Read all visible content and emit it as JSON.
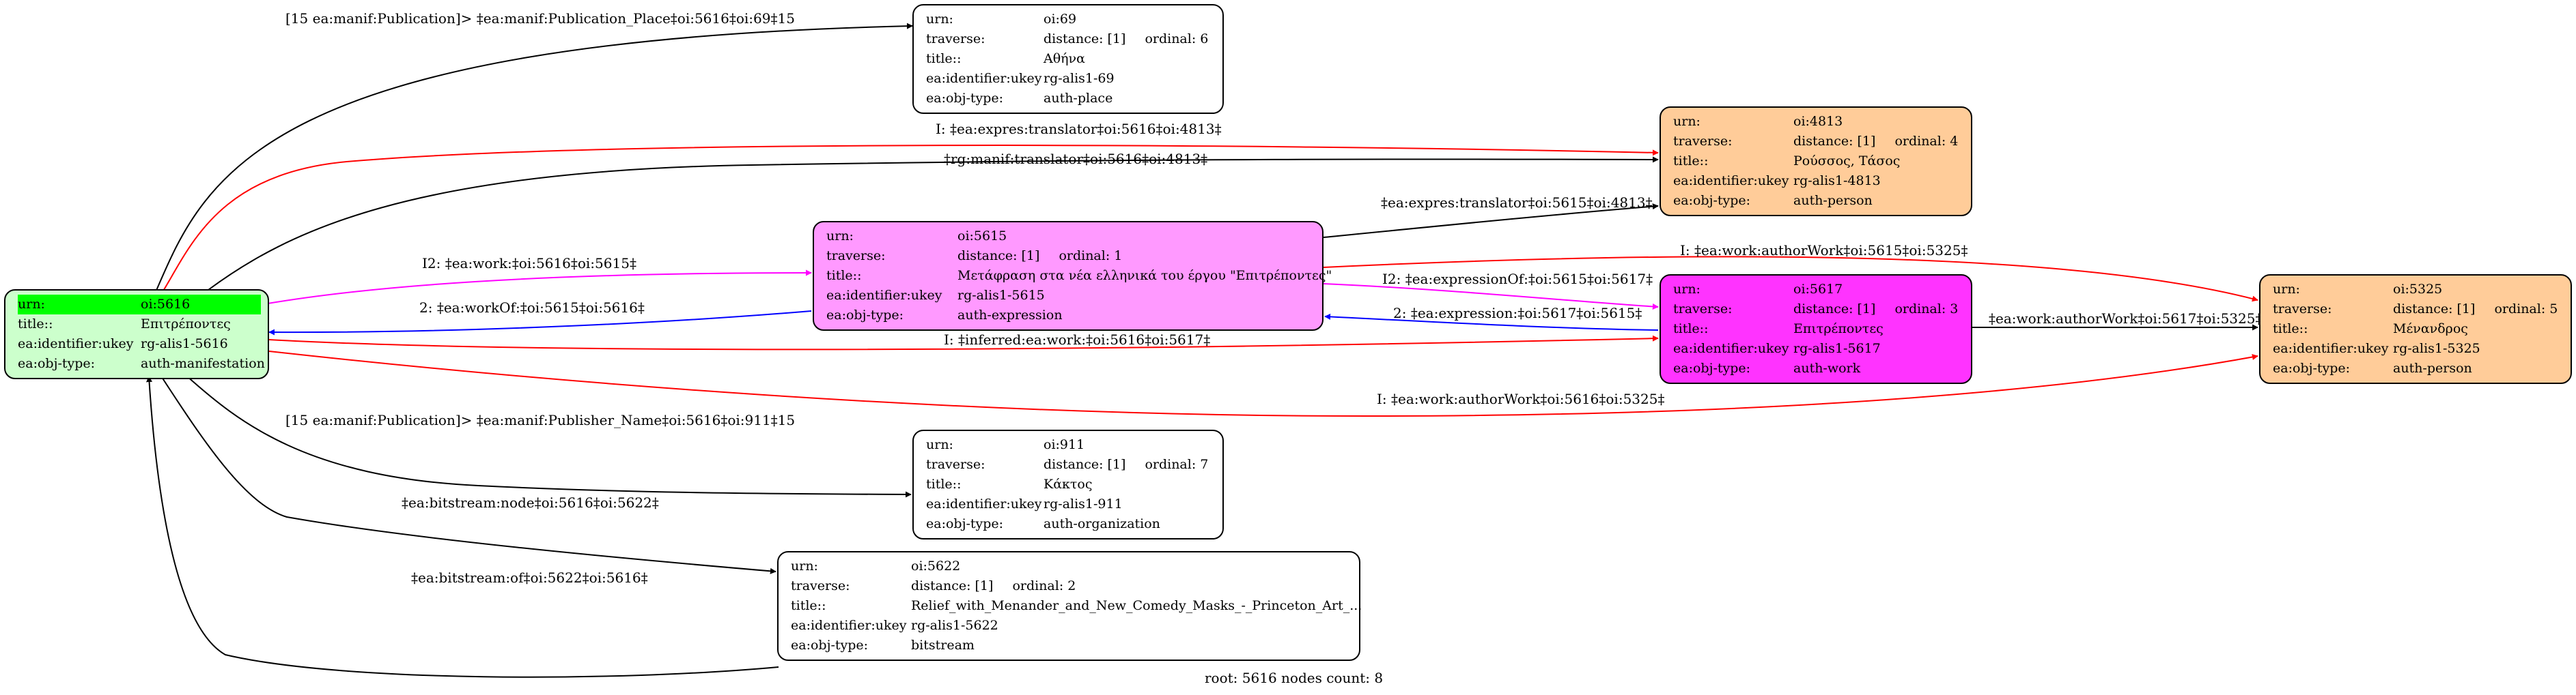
{
  "nodes": {
    "n5616": {
      "fill": "#ccffcc",
      "highlight": "#00ff00",
      "rows": [
        {
          "k": "urn:",
          "v": "oi:5616"
        },
        {
          "k": "title::",
          "v": "Επιτρέποντες"
        },
        {
          "k": "ea:identifier:ukey",
          "v": "rg-alis1-5616"
        },
        {
          "k": "ea:obj-type:",
          "v": "auth-manifestation"
        }
      ]
    },
    "n69": {
      "fill": "#ffffff",
      "rows": [
        {
          "k": "urn:",
          "v": "oi:69"
        },
        {
          "k": "traverse:",
          "v": "distance: [1]",
          "v2": "ordinal: 6"
        },
        {
          "k": "title::",
          "v": "Αθήνα"
        },
        {
          "k": "ea:identifier:ukey",
          "v": "rg-alis1-69"
        },
        {
          "k": "ea:obj-type:",
          "v": "auth-place"
        }
      ]
    },
    "n4813": {
      "fill": "#ffcc99",
      "rows": [
        {
          "k": "urn:",
          "v": "oi:4813"
        },
        {
          "k": "traverse:",
          "v": "distance: [1]",
          "v2": "ordinal: 4"
        },
        {
          "k": "title::",
          "v": "Ρούσσος, Τάσος"
        },
        {
          "k": "ea:identifier:ukey",
          "v": "rg-alis1-4813"
        },
        {
          "k": "ea:obj-type:",
          "v": "auth-person"
        }
      ]
    },
    "n5615": {
      "fill": "#ff99ff",
      "rows": [
        {
          "k": "urn:",
          "v": "oi:5615"
        },
        {
          "k": "traverse:",
          "v": "distance: [1]",
          "v2": "ordinal: 1"
        },
        {
          "k": "title::",
          "v": "Μετάφραση στα νέα ελληνικά του έργου \"Επιτρέποντες\""
        },
        {
          "k": "ea:identifier:ukey",
          "v": "rg-alis1-5615"
        },
        {
          "k": "ea:obj-type:",
          "v": "auth-expression"
        }
      ]
    },
    "n5617": {
      "fill": "#ff33ff",
      "rows": [
        {
          "k": "urn:",
          "v": "oi:5617"
        },
        {
          "k": "traverse:",
          "v": "distance: [1]",
          "v2": "ordinal: 3"
        },
        {
          "k": "title::",
          "v": "Επιτρέποντες"
        },
        {
          "k": "ea:identifier:ukey",
          "v": "rg-alis1-5617"
        },
        {
          "k": "ea:obj-type:",
          "v": "auth-work"
        }
      ]
    },
    "n5325": {
      "fill": "#ffcc99",
      "rows": [
        {
          "k": "urn:",
          "v": "oi:5325"
        },
        {
          "k": "traverse:",
          "v": "distance: [1]",
          "v2": "ordinal: 5"
        },
        {
          "k": "title::",
          "v": "Μένανδρος"
        },
        {
          "k": "ea:identifier:ukey",
          "v": "rg-alis1-5325"
        },
        {
          "k": "ea:obj-type:",
          "v": "auth-person"
        }
      ]
    },
    "n911": {
      "fill": "#ffffff",
      "rows": [
        {
          "k": "urn:",
          "v": "oi:911"
        },
        {
          "k": "traverse:",
          "v": "distance: [1]",
          "v2": "ordinal: 7"
        },
        {
          "k": "title::",
          "v": "Κάκτος"
        },
        {
          "k": "ea:identifier:ukey",
          "v": "rg-alis1-911"
        },
        {
          "k": "ea:obj-type:",
          "v": "auth-organization"
        }
      ]
    },
    "n5622": {
      "fill": "#ffffff",
      "rows": [
        {
          "k": "urn:",
          "v": "oi:5622"
        },
        {
          "k": "traverse:",
          "v": "distance: [1]",
          "v2": "ordinal: 2"
        },
        {
          "k": "title::",
          "v": "Relief_with_Menander_and_New_Comedy_Masks_-_Princeton_Art_..."
        },
        {
          "k": "ea:identifier:ukey",
          "v": "rg-alis1-5622"
        },
        {
          "k": "ea:obj-type:",
          "v": "bitstream"
        }
      ]
    }
  },
  "edges": [
    {
      "id": "e1",
      "color": "#000000",
      "label": "[15 ea:manif:Publication]> ‡ea:manif:Publication_Place‡oi:5616‡oi:69‡15"
    },
    {
      "id": "e2",
      "color": "#ff0000",
      "label": "I: ‡ea:expres:translator‡oi:5616‡oi:4813‡"
    },
    {
      "id": "e3",
      "color": "#000000",
      "label": "‡rg:manif:translator‡oi:5616‡oi:4813‡"
    },
    {
      "id": "e4",
      "color": "#ff00ff",
      "label": "I2: ‡ea:work:‡oi:5616‡oi:5615‡"
    },
    {
      "id": "e5",
      "color": "#0000ff",
      "label": "2: ‡ea:workOf:‡oi:5615‡oi:5616‡"
    },
    {
      "id": "e6",
      "color": "#000000",
      "label": "‡ea:expres:translator‡oi:5615‡oi:4813‡"
    },
    {
      "id": "e7",
      "color": "#ff0000",
      "label": "I: ‡ea:work:authorWork‡oi:5615‡oi:5325‡"
    },
    {
      "id": "e8",
      "color": "#ff00ff",
      "label": "I2: ‡ea:expressionOf:‡oi:5615‡oi:5617‡"
    },
    {
      "id": "e9",
      "color": "#0000ff",
      "label": "2: ‡ea:expression:‡oi:5617‡oi:5615‡"
    },
    {
      "id": "e10",
      "color": "#ff0000",
      "label": "I: ‡inferred:ea:work:‡oi:5616‡oi:5617‡"
    },
    {
      "id": "e11",
      "color": "#000000",
      "label": "‡ea:work:authorWork‡oi:5617‡oi:5325‡"
    },
    {
      "id": "e12",
      "color": "#ff0000",
      "label": "I: ‡ea:work:authorWork‡oi:5616‡oi:5325‡"
    },
    {
      "id": "e13",
      "color": "#000000",
      "label": "[15 ea:manif:Publication]> ‡ea:manif:Publisher_Name‡oi:5616‡oi:911‡15"
    },
    {
      "id": "e14",
      "color": "#000000",
      "label": "‡ea:bitstream:node‡oi:5616‡oi:5622‡"
    },
    {
      "id": "e15",
      "color": "#000000",
      "label": "‡ea:bitstream:of‡oi:5622‡oi:5616‡"
    }
  ],
  "footer": "root: 5616 nodes count: 8"
}
